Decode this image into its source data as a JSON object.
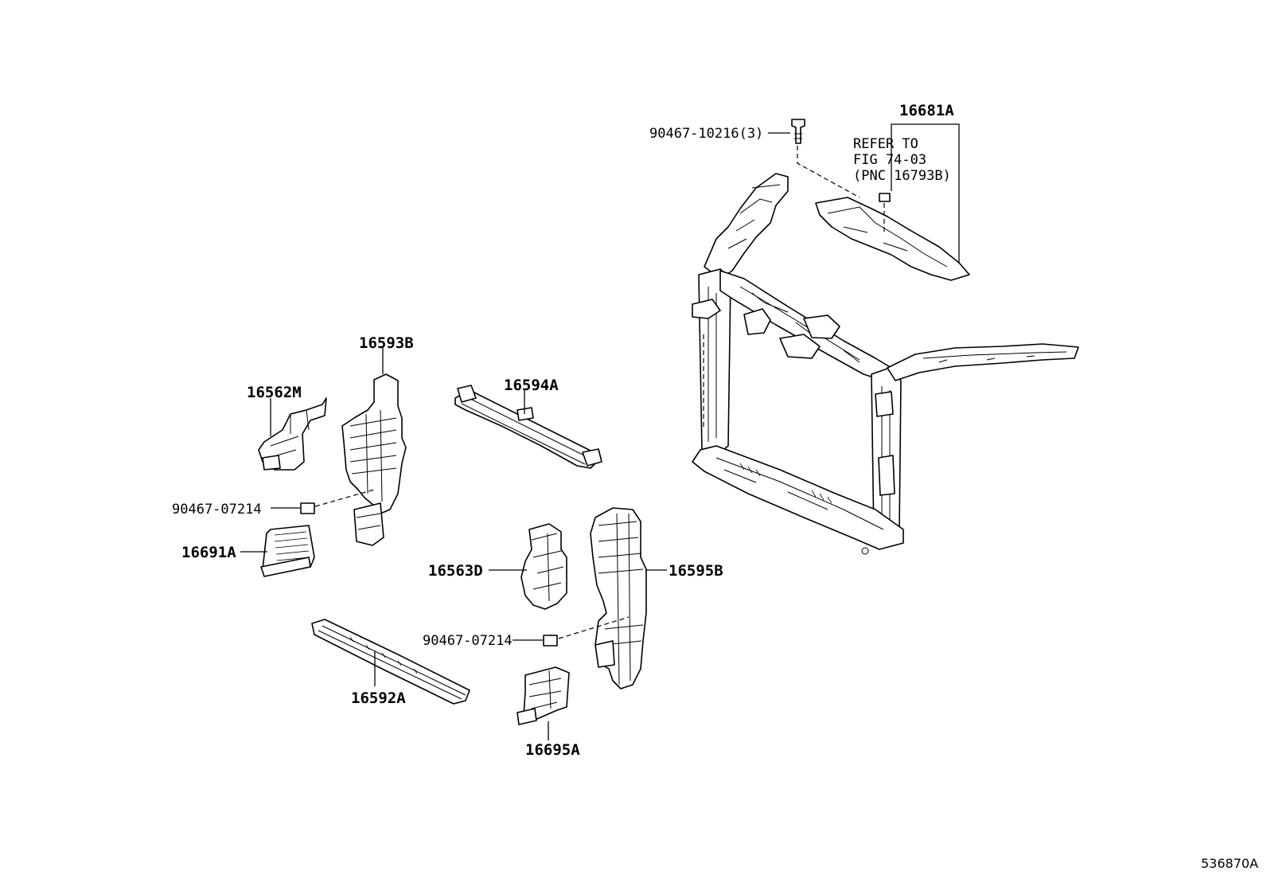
{
  "callouts": {
    "p16681A": "16681A",
    "p90467_10216": "90467-10216(3)",
    "refer_line1": "REFER TO",
    "refer_line2": "FIG 74-03",
    "refer_line3": "(PNC 16793B)",
    "p16593B": "16593B",
    "p16562M": "16562M",
    "p16594A": "16594A",
    "p90467_07214_a": "90467-07214",
    "p16691A": "16691A",
    "p16563D": "16563D",
    "p16595B": "16595B",
    "p90467_07214_b": "90467-07214",
    "p16592A": "16592A",
    "p16695A": "16695A"
  },
  "figure_id": "536870A"
}
